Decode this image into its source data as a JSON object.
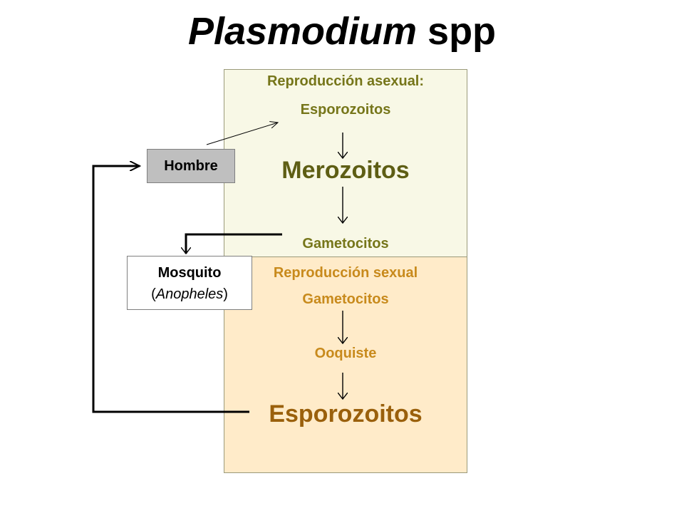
{
  "title": {
    "italic": "Plasmodium",
    "rest": " spp"
  },
  "asexual": {
    "heading": "Reproducción asexual:",
    "stage1": "Esporozoitos",
    "stage2": "Merozoitos",
    "stage3": "Gametocitos"
  },
  "sexual": {
    "heading": "Reproducción sexual",
    "stage1": "Gametocitos",
    "stage2": "Ooquiste",
    "stage3": "Esporozoitos"
  },
  "hosts": {
    "human": "Hombre",
    "mosquito_name": "Mosquito",
    "mosquito_genus_open": "(",
    "mosquito_genus": "Anopheles",
    "mosquito_genus_close": ")"
  },
  "colors": {
    "asexual_panel": "#f8f8e6",
    "sexual_panel": "#ffebc9",
    "asexual_text": "#76761a",
    "sexual_text": "#c88a1c",
    "host_box_gray": "#bfbfbf"
  }
}
